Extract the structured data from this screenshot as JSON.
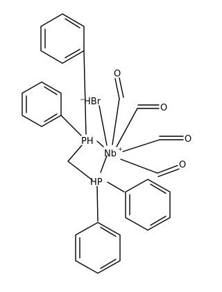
{
  "labels": {
    "hbr": "HBr",
    "hbr_charge": "−",
    "p_upper": "PH",
    "p_lower": "HP",
    "nb": "Nb",
    "nb_charge": "+",
    "o1": "O",
    "o2": "O",
    "o3": "O",
    "o4": "O"
  }
}
